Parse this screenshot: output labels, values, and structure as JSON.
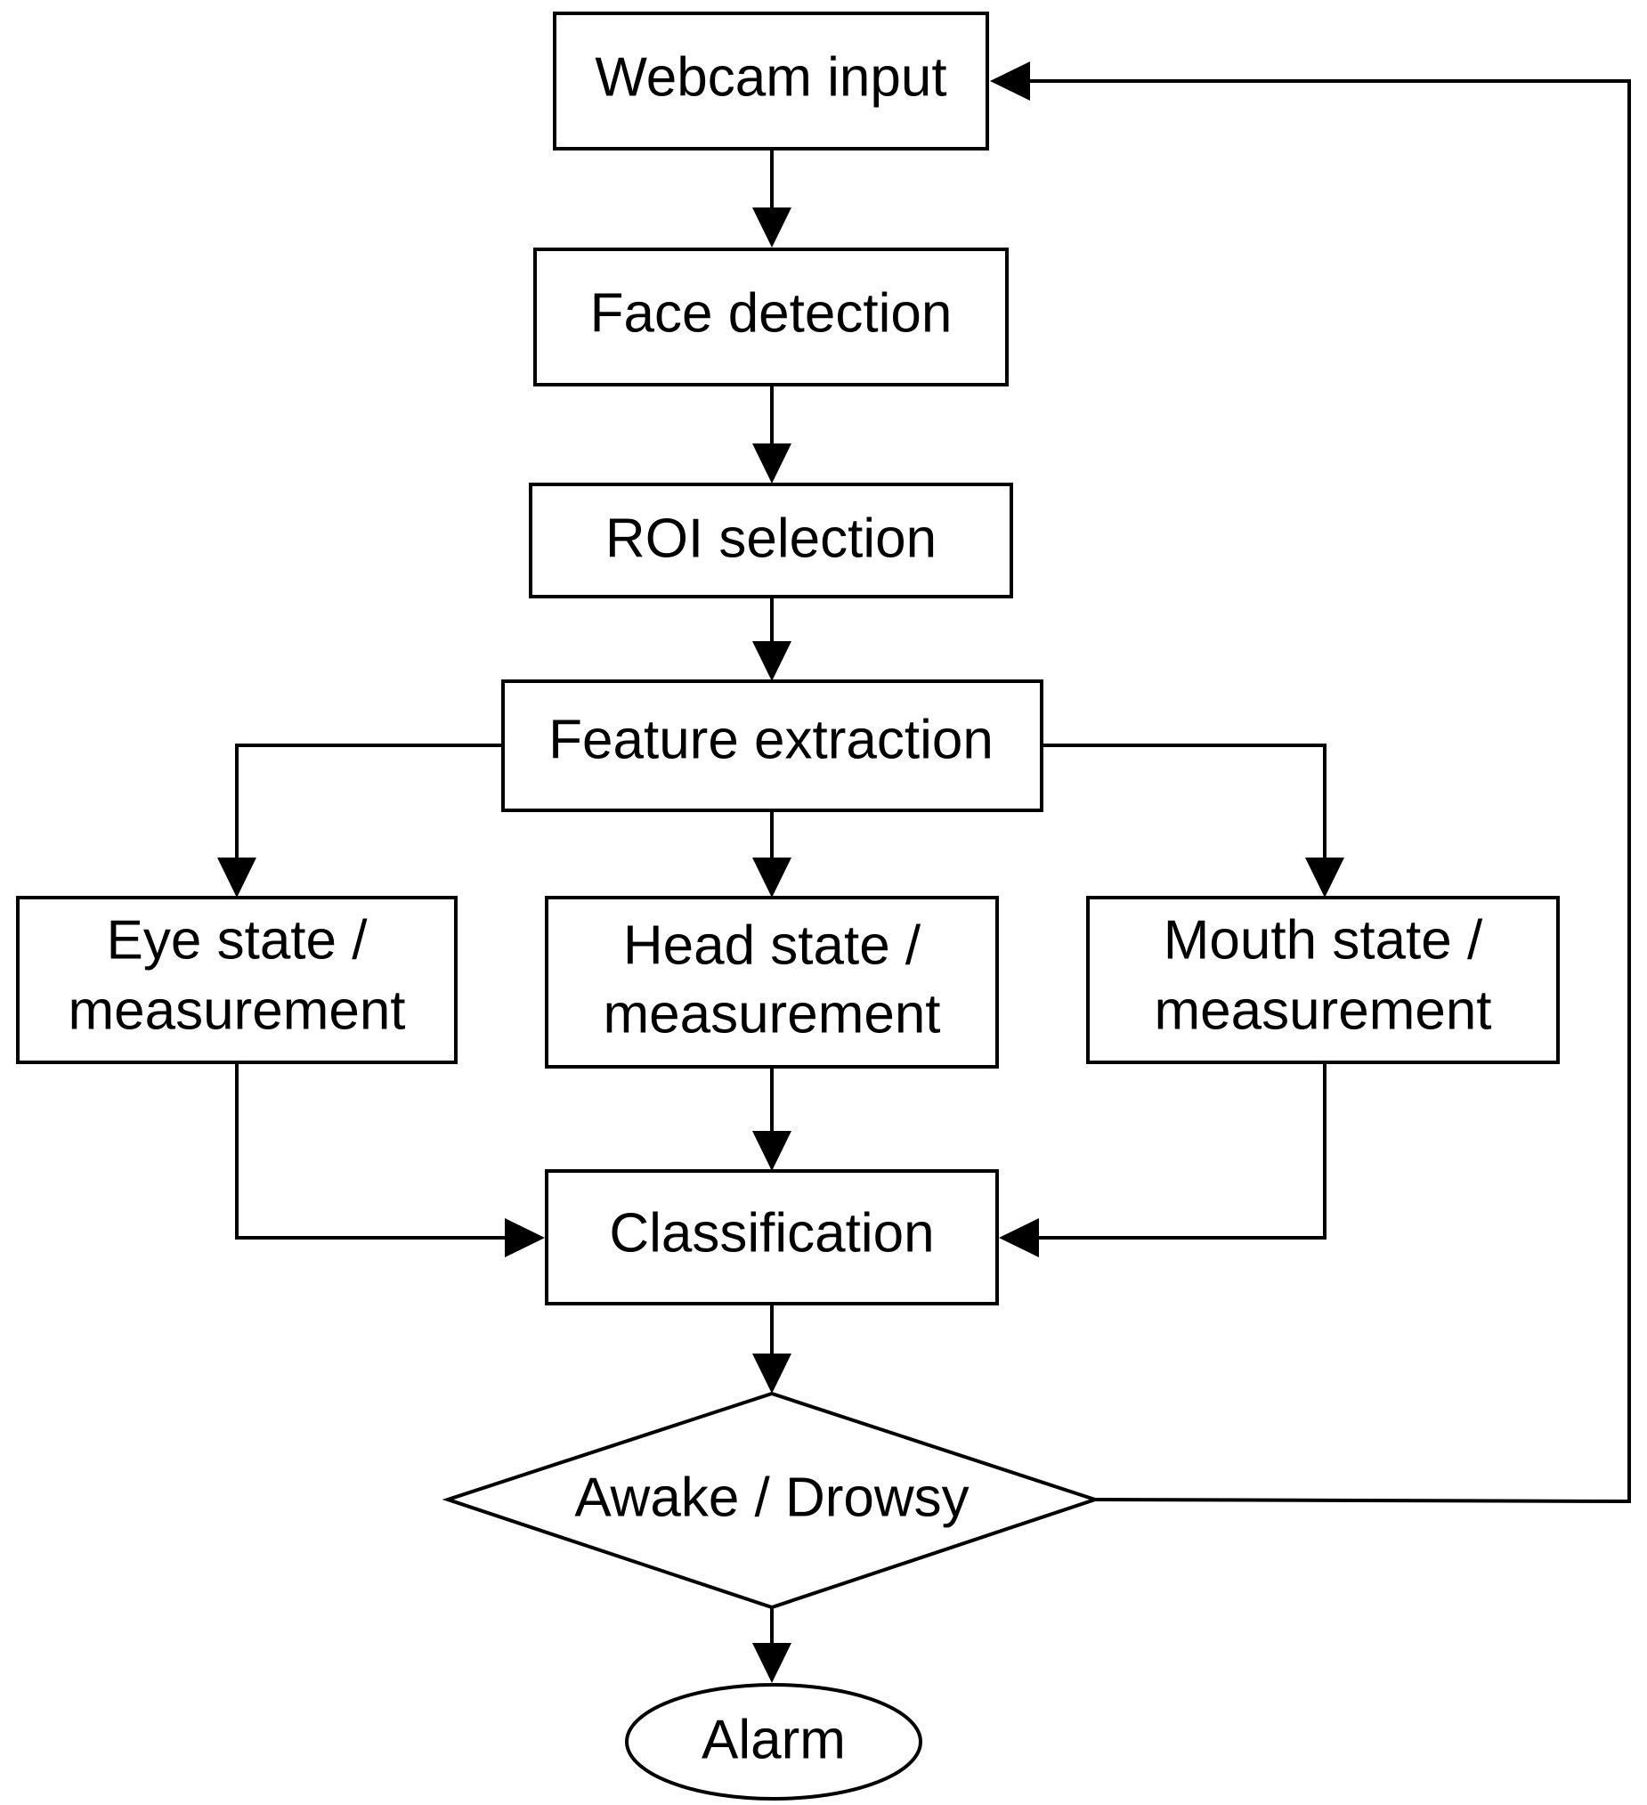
{
  "nodes": {
    "webcam_input": "Webcam input",
    "face_detection": "Face detection",
    "roi_selection": "ROI selection",
    "feature_extraction": "Feature extraction",
    "eye_state": [
      "Eye state /",
      "measurement"
    ],
    "head_state": [
      "Head state /",
      "measurement"
    ],
    "mouth_state": [
      "Mouth state /",
      "measurement"
    ],
    "classification": "Classification",
    "decision": "Awake / Drowsy",
    "alarm": "Alarm"
  },
  "colors": {
    "stroke": "#000000",
    "fill": "#ffffff",
    "background": "#ffffff"
  }
}
